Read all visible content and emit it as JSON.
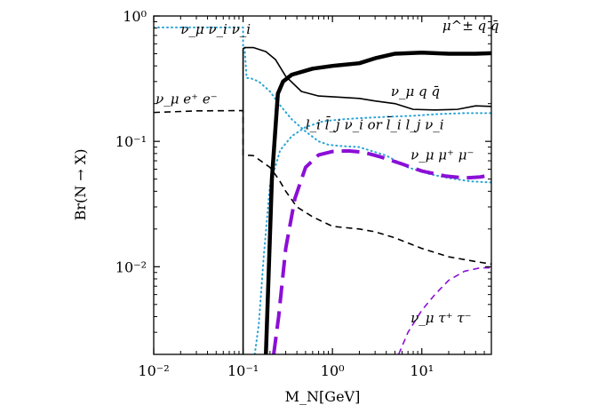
{
  "chart_data": {
    "type": "line",
    "title": "",
    "xlabel": "M_N[GeV]",
    "ylabel": "Br(N → X)",
    "x_scale": "log",
    "y_scale": "log",
    "xlim": [
      0.01,
      60
    ],
    "ylim": [
      0.002,
      1
    ],
    "x_ticks": [
      {
        "value": 0.01,
        "label": "10⁻²"
      },
      {
        "value": 0.1,
        "label": "10⁻¹"
      },
      {
        "value": 1,
        "label": "10⁰"
      },
      {
        "value": 10,
        "label": "10¹"
      }
    ],
    "y_ticks": [
      {
        "value": 0.01,
        "label": "10⁻²"
      },
      {
        "value": 0.1,
        "label": "10⁻¹"
      },
      {
        "value": 1,
        "label": "10⁰"
      }
    ],
    "grid": false,
    "legend": "none",
    "series": [
      {
        "name": "ν_μ ν_i ν_i",
        "color": "#29a3d6",
        "style": "dotted",
        "width": 2,
        "points": [
          [
            0.01,
            0.81
          ],
          [
            0.1,
            0.81
          ],
          [
            0.1,
            0.56
          ],
          [
            0.104,
            0.56
          ],
          [
            0.1095,
            0.32
          ],
          [
            0.12,
            0.32
          ],
          [
            0.15,
            0.3
          ],
          [
            0.2,
            0.25
          ],
          [
            0.25,
            0.2
          ],
          [
            0.35,
            0.15
          ],
          [
            0.5,
            0.12
          ],
          [
            0.7,
            0.1
          ],
          [
            0.9,
            0.094
          ],
          [
            1.2,
            0.092
          ],
          [
            2,
            0.09
          ],
          [
            4,
            0.077
          ],
          [
            7,
            0.062
          ],
          [
            12,
            0.055
          ],
          [
            20,
            0.051
          ],
          [
            35,
            0.048
          ],
          [
            60,
            0.047
          ]
        ]
      },
      {
        "name": "ν_μ e⁺ e⁻",
        "color": "#000000",
        "style": "dashed",
        "width": 1.6,
        "points": [
          [
            0.01,
            0.17
          ],
          [
            0.03,
            0.175
          ],
          [
            0.1,
            0.176
          ],
          [
            0.1,
            0.078
          ],
          [
            0.13,
            0.077
          ],
          [
            0.2,
            0.062
          ],
          [
            0.25,
            0.05
          ],
          [
            0.3,
            0.04
          ],
          [
            0.4,
            0.03
          ],
          [
            0.6,
            0.025
          ],
          [
            1,
            0.021
          ],
          [
            2,
            0.02
          ],
          [
            3,
            0.019
          ],
          [
            5,
            0.017
          ],
          [
            10,
            0.014
          ],
          [
            20,
            0.012
          ],
          [
            40,
            0.011
          ],
          [
            60,
            0.0105
          ]
        ]
      },
      {
        "name": "ν_μ q q̄",
        "color": "#000000",
        "style": "solid",
        "width": 1.6,
        "points": [
          [
            0.1,
            0.002
          ],
          [
            0.1,
            0.55
          ],
          [
            0.105,
            0.56
          ],
          [
            0.13,
            0.56
          ],
          [
            0.18,
            0.52
          ],
          [
            0.23,
            0.45
          ],
          [
            0.3,
            0.33
          ],
          [
            0.45,
            0.25
          ],
          [
            0.7,
            0.23
          ],
          [
            1.2,
            0.225
          ],
          [
            2,
            0.22
          ],
          [
            3,
            0.21
          ],
          [
            5,
            0.2
          ],
          [
            8,
            0.18
          ],
          [
            14,
            0.178
          ],
          [
            25,
            0.18
          ],
          [
            40,
            0.192
          ],
          [
            60,
            0.19
          ]
        ]
      },
      {
        "name": "l_i l̄_j ν_i or l̄_i l_j ν_i",
        "color": "#29a3d6",
        "style": "dotted",
        "width": 2,
        "points": [
          [
            0.135,
            0.002
          ],
          [
            0.15,
            0.0035
          ],
          [
            0.17,
            0.012
          ],
          [
            0.2,
            0.045
          ],
          [
            0.26,
            0.085
          ],
          [
            0.35,
            0.11
          ],
          [
            0.5,
            0.13
          ],
          [
            0.8,
            0.145
          ],
          [
            1.3,
            0.15
          ],
          [
            2,
            0.153
          ],
          [
            4,
            0.157
          ],
          [
            8,
            0.16
          ],
          [
            15,
            0.165
          ],
          [
            30,
            0.168
          ],
          [
            60,
            0.168
          ]
        ]
      },
      {
        "name": "ν_μ μ⁺ μ⁻",
        "color": "#8b0fd6",
        "style": "dashed",
        "width": 4,
        "points": [
          [
            0.22,
            0.002
          ],
          [
            0.25,
            0.004
          ],
          [
            0.3,
            0.014
          ],
          [
            0.38,
            0.035
          ],
          [
            0.5,
            0.062
          ],
          [
            0.7,
            0.078
          ],
          [
            1,
            0.083
          ],
          [
            1.5,
            0.084
          ],
          [
            2.2,
            0.082
          ],
          [
            3.5,
            0.075
          ],
          [
            6,
            0.066
          ],
          [
            10,
            0.058
          ],
          [
            18,
            0.053
          ],
          [
            30,
            0.051
          ],
          [
            45,
            0.052
          ],
          [
            60,
            0.054
          ]
        ]
      },
      {
        "name": "μ^± q q̄",
        "color": "#000000",
        "style": "solid",
        "width": 4.5,
        "points": [
          [
            0.18,
            0.002
          ],
          [
            0.21,
            0.05
          ],
          [
            0.245,
            0.24
          ],
          [
            0.28,
            0.3
          ],
          [
            0.35,
            0.34
          ],
          [
            0.6,
            0.38
          ],
          [
            1,
            0.4
          ],
          [
            2,
            0.42
          ],
          [
            3,
            0.46
          ],
          [
            5,
            0.5
          ],
          [
            10,
            0.51
          ],
          [
            20,
            0.5
          ],
          [
            40,
            0.5
          ],
          [
            60,
            0.505
          ]
        ]
      },
      {
        "name": "ν_μ τ⁺ τ⁻",
        "color": "#8b0fd6",
        "style": "dashed",
        "width": 1.6,
        "points": [
          [
            5.5,
            0.002
          ],
          [
            7,
            0.003
          ],
          [
            10,
            0.0045
          ],
          [
            14,
            0.006
          ],
          [
            20,
            0.0078
          ],
          [
            30,
            0.0092
          ],
          [
            45,
            0.0098
          ],
          [
            60,
            0.0098
          ]
        ]
      }
    ],
    "annotations": [
      {
        "id": "label-numunu",
        "text": "ν_μ ν_i ν_i",
        "x": 0.02,
        "y": 0.72
      },
      {
        "id": "label-numuee",
        "text": "ν_μ e⁺ e⁻",
        "x": 0.0105,
        "y": 0.2
      },
      {
        "id": "label-muqq",
        "text": "μ^± q q̄",
        "x": 17,
        "y": 0.77
      },
      {
        "id": "label-numuqq",
        "text": "ν_μ q q̄",
        "x": 4.5,
        "y": 0.23
      },
      {
        "id": "label-lilj",
        "text": "l_i l̄_j ν_i or l̄_i l_j ν_i",
        "x": 0.5,
        "y": 0.125
      },
      {
        "id": "label-numumumu",
        "text": "ν_μ μ⁺ μ⁻",
        "x": 7.5,
        "y": 0.072
      },
      {
        "id": "label-numutautau",
        "text": "ν_μ τ⁺ τ⁻",
        "x": 7.5,
        "y": 0.0036
      }
    ]
  }
}
